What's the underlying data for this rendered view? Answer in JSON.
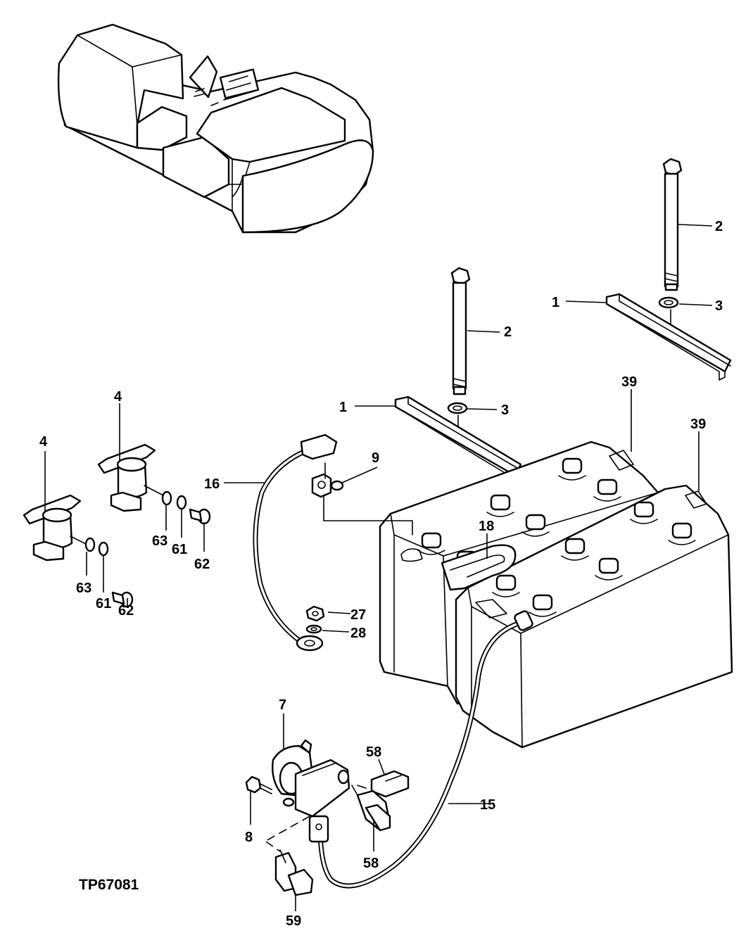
{
  "figure_id": "TP67081",
  "callouts": [
    {
      "id": "c-1a",
      "text": "1"
    },
    {
      "id": "c-1b",
      "text": "1"
    },
    {
      "id": "c-2a",
      "text": "2"
    },
    {
      "id": "c-2b",
      "text": "2"
    },
    {
      "id": "c-3a",
      "text": "3"
    },
    {
      "id": "c-3b",
      "text": "3"
    },
    {
      "id": "c-4a",
      "text": "4"
    },
    {
      "id": "c-4b",
      "text": "4"
    },
    {
      "id": "c-7",
      "text": "7"
    },
    {
      "id": "c-8",
      "text": "8"
    },
    {
      "id": "c-9",
      "text": "9"
    },
    {
      "id": "c-15",
      "text": "15"
    },
    {
      "id": "c-16",
      "text": "16"
    },
    {
      "id": "c-18",
      "text": "18"
    },
    {
      "id": "c-27",
      "text": "27"
    },
    {
      "id": "c-28",
      "text": "28"
    },
    {
      "id": "c-39a",
      "text": "39"
    },
    {
      "id": "c-39b",
      "text": "39"
    },
    {
      "id": "c-58a",
      "text": "58"
    },
    {
      "id": "c-58b",
      "text": "58"
    },
    {
      "id": "c-59",
      "text": "59"
    },
    {
      "id": "c-61a",
      "text": "61"
    },
    {
      "id": "c-61b",
      "text": "61"
    },
    {
      "id": "c-62a",
      "text": "62"
    },
    {
      "id": "c-62b",
      "text": "62"
    },
    {
      "id": "c-63a",
      "text": "63"
    },
    {
      "id": "c-63b",
      "text": "63"
    }
  ]
}
